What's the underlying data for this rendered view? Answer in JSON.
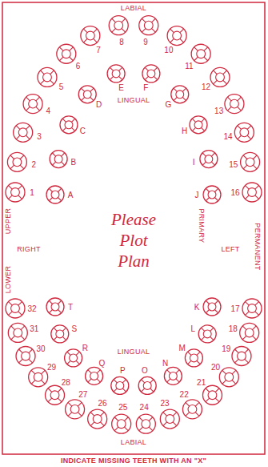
{
  "diagram": {
    "caption": "INDICATE MISSING TEETH WITH AN \"X\"",
    "labels": [
      "LABIAL",
      "1",
      "2",
      "3",
      "4",
      "5",
      "6",
      "7",
      "8",
      "9",
      "10",
      "11",
      "12",
      "13",
      "14",
      "15",
      "16",
      "A",
      "B",
      "C",
      "D",
      "E",
      "F",
      "G",
      "H",
      "I",
      "J",
      "LINGUAL",
      "UPPER",
      "RIGHT",
      "LOWER",
      "Please Plot Plan",
      "PRIMARY",
      "LEFT",
      "PERMANENT",
      "17",
      "18",
      "19",
      "20",
      "21",
      "22",
      "23",
      "24",
      "25",
      "26",
      "27",
      "28",
      "29",
      "30",
      "31",
      "32",
      "K",
      "L",
      "M",
      "N",
      "O",
      "P",
      "Q",
      "R",
      "S",
      "T",
      "LINGUAL",
      "LABIAL"
    ]
  }
}
